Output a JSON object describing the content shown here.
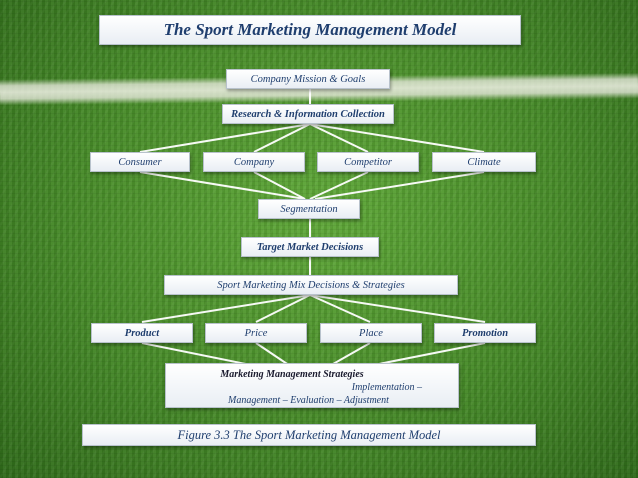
{
  "title": "The Sport Marketing Management Model",
  "nodes": {
    "mission": "Company Mission & Goals",
    "research": "Research & Information Collection",
    "consumer": "Consumer",
    "company": "Company",
    "competitor": "Competitor",
    "climate": "Climate",
    "segmentation": "Segmentation",
    "target": "Target Market Decisions",
    "mix": "Sport Marketing Mix Decisions & Strategies",
    "product": "Product",
    "price": "Price",
    "place": "Place",
    "promotion": "Promotion"
  },
  "strategies": {
    "heading": "Marketing Management Strategies",
    "line2": "Implementation –",
    "line3": "Management – Evaluation – Adjustment"
  },
  "caption": "Figure 3.3 The Sport Marketing Management Model",
  "colors": {
    "text": "#1f3e6e",
    "connector": "#ffffff",
    "grass": "#468a28"
  }
}
